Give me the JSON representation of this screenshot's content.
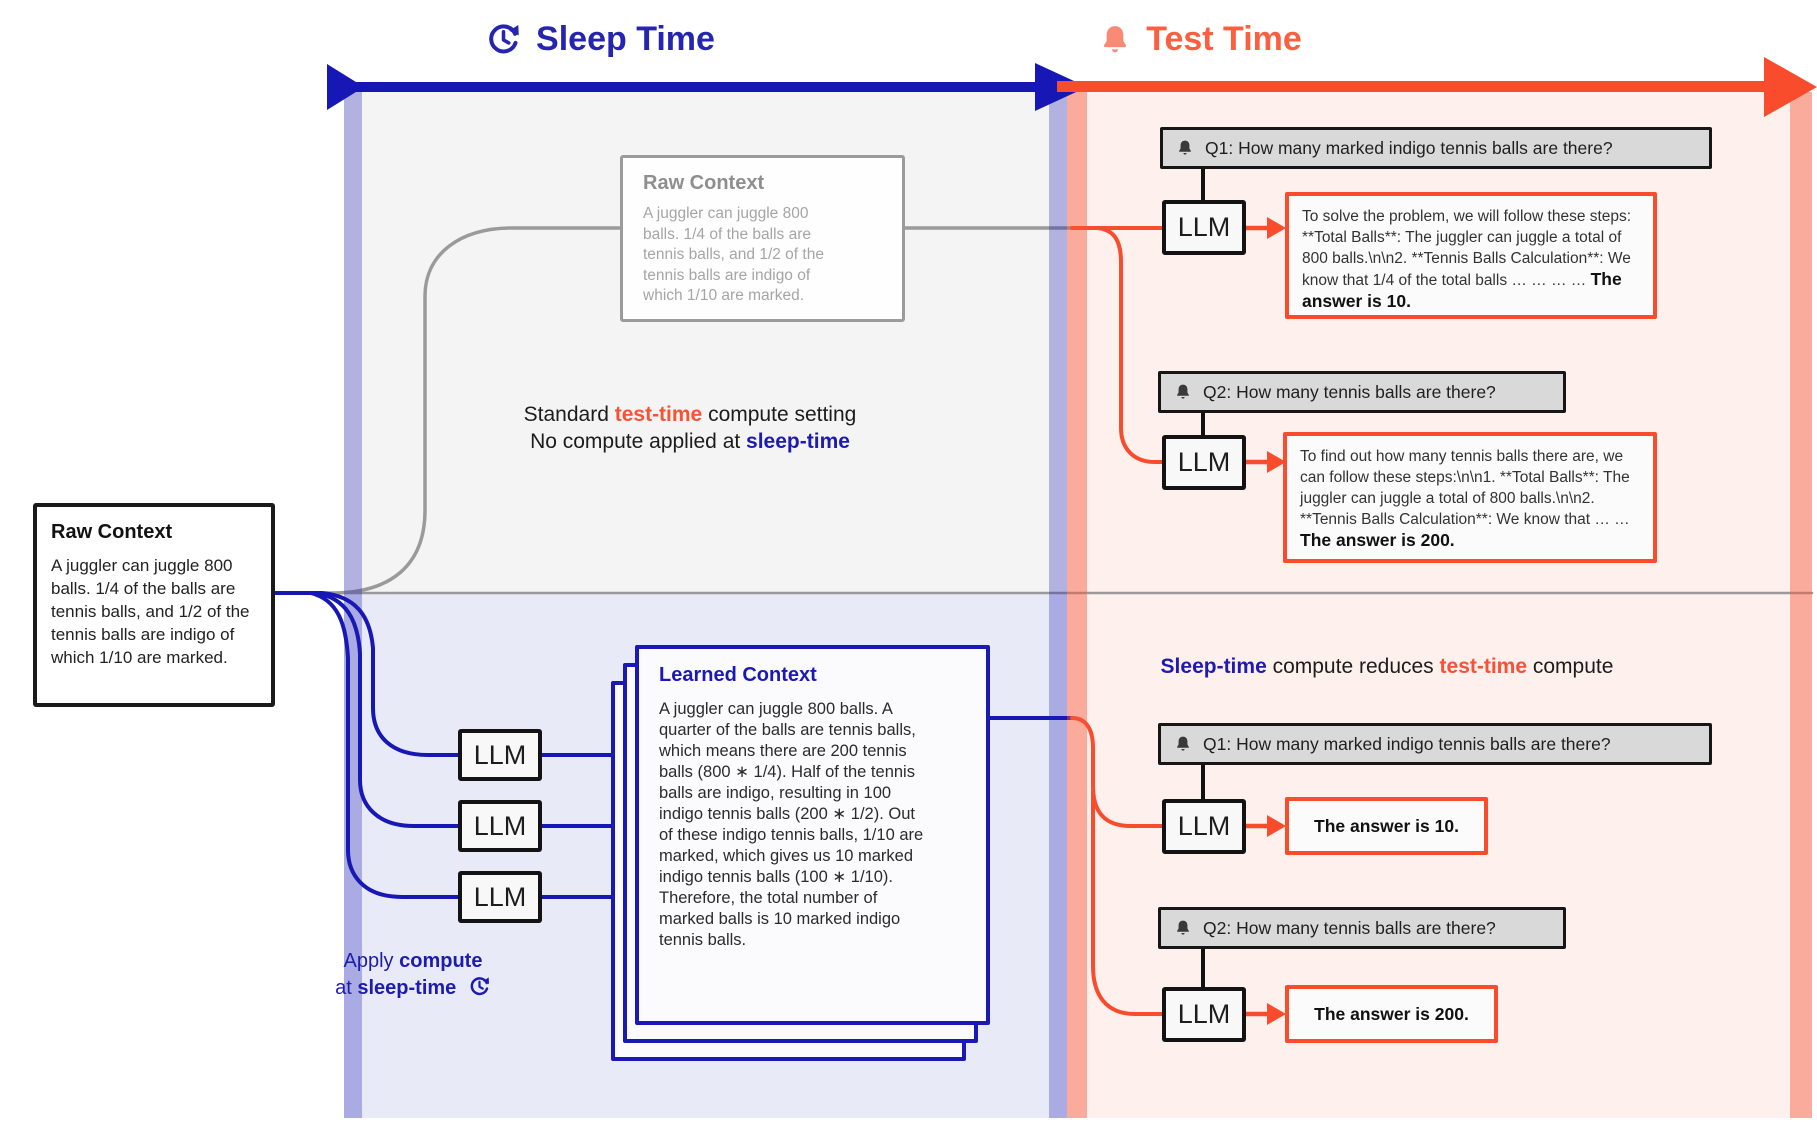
{
  "colors": {
    "blue": "#1d1bb0",
    "orange": "#f84c2c",
    "salmon_bell": "#f98a75",
    "gray_line": "#9a9a9a",
    "panel_gray": "#f4f4f4",
    "panel_lavender": "#e9eaf8",
    "panel_pink": "#fdf0ed"
  },
  "icons": {
    "sleep_header": "clock-refresh-icon",
    "test_header": "bell-icon",
    "question": "bell-icon"
  },
  "headers": {
    "sleep": {
      "label": "Sleep Time"
    },
    "test": {
      "label": "Test Time"
    }
  },
  "raw_context": {
    "title": "Raw Context",
    "body": "A juggler can juggle 800 balls. 1/4 of the balls are tennis balls, and 1/2 of the tennis balls are indigo of which 1/10 are marked."
  },
  "faded_raw_context": {
    "title": "Raw Context",
    "body": "A juggler can juggle 800 balls. 1/4 of the balls are tennis balls, and 1/2 of the tennis balls are indigo of which 1/10 are marked."
  },
  "standard_note": {
    "part1": "Standard ",
    "highlight1": "test-time",
    "part2": " compute setting",
    "line2_part1": "No compute applied at ",
    "highlight2": "sleep-time"
  },
  "learned_context": {
    "title": "Learned Context",
    "body": "A juggler can juggle 800 balls. A quarter of the balls are tennis balls, which means there are 200 tennis balls (800 ∗ 1/4). Half of the tennis balls are indigo, resulting in 100 indigo tennis balls (200 ∗ 1/2). Out of these indigo tennis balls, 1/10 are marked, which gives us 10 marked indigo tennis balls (100 ∗ 1/10). Therefore, the total number of marked balls is 10 marked indigo tennis balls."
  },
  "apply_note": {
    "part1": "Apply ",
    "bold1": "compute",
    "part2": "at ",
    "bold2": "sleep-time"
  },
  "reduce_note": {
    "bold_blue": "Sleep-time",
    "part1": " compute reduces ",
    "bold_orange": "test-time",
    "part2": " compute"
  },
  "llm_label": "LLM",
  "top_flow": {
    "q1": {
      "label": "Q1: How many marked indigo tennis balls are there?"
    },
    "a1": {
      "body": "To solve the problem, we will follow these steps:  **Total Balls**: The juggler can juggle a total of 800 balls.\\n\\n2. **Tennis Balls Calculation**: We know that 1/4 of the total balls … … … … ",
      "bold": "The answer is 10."
    },
    "q2": {
      "label": "Q2: How many tennis balls are there?"
    },
    "a2": {
      "body": "To find out how many tennis balls there are, we can follow these steps:\\n\\n1. **Total Balls**: The juggler can juggle a total of 800 balls.\\n\\n2. **Tennis Balls Calculation**: We know that … … ",
      "bold": "The answer is 200."
    }
  },
  "bottom_flow": {
    "q1": {
      "label": "Q1: How many marked indigo tennis balls are there?"
    },
    "a1": {
      "bold": "The answer is 10."
    },
    "q2": {
      "label": "Q2: How many tennis balls are there?"
    },
    "a2": {
      "bold": "The answer is 200."
    }
  }
}
